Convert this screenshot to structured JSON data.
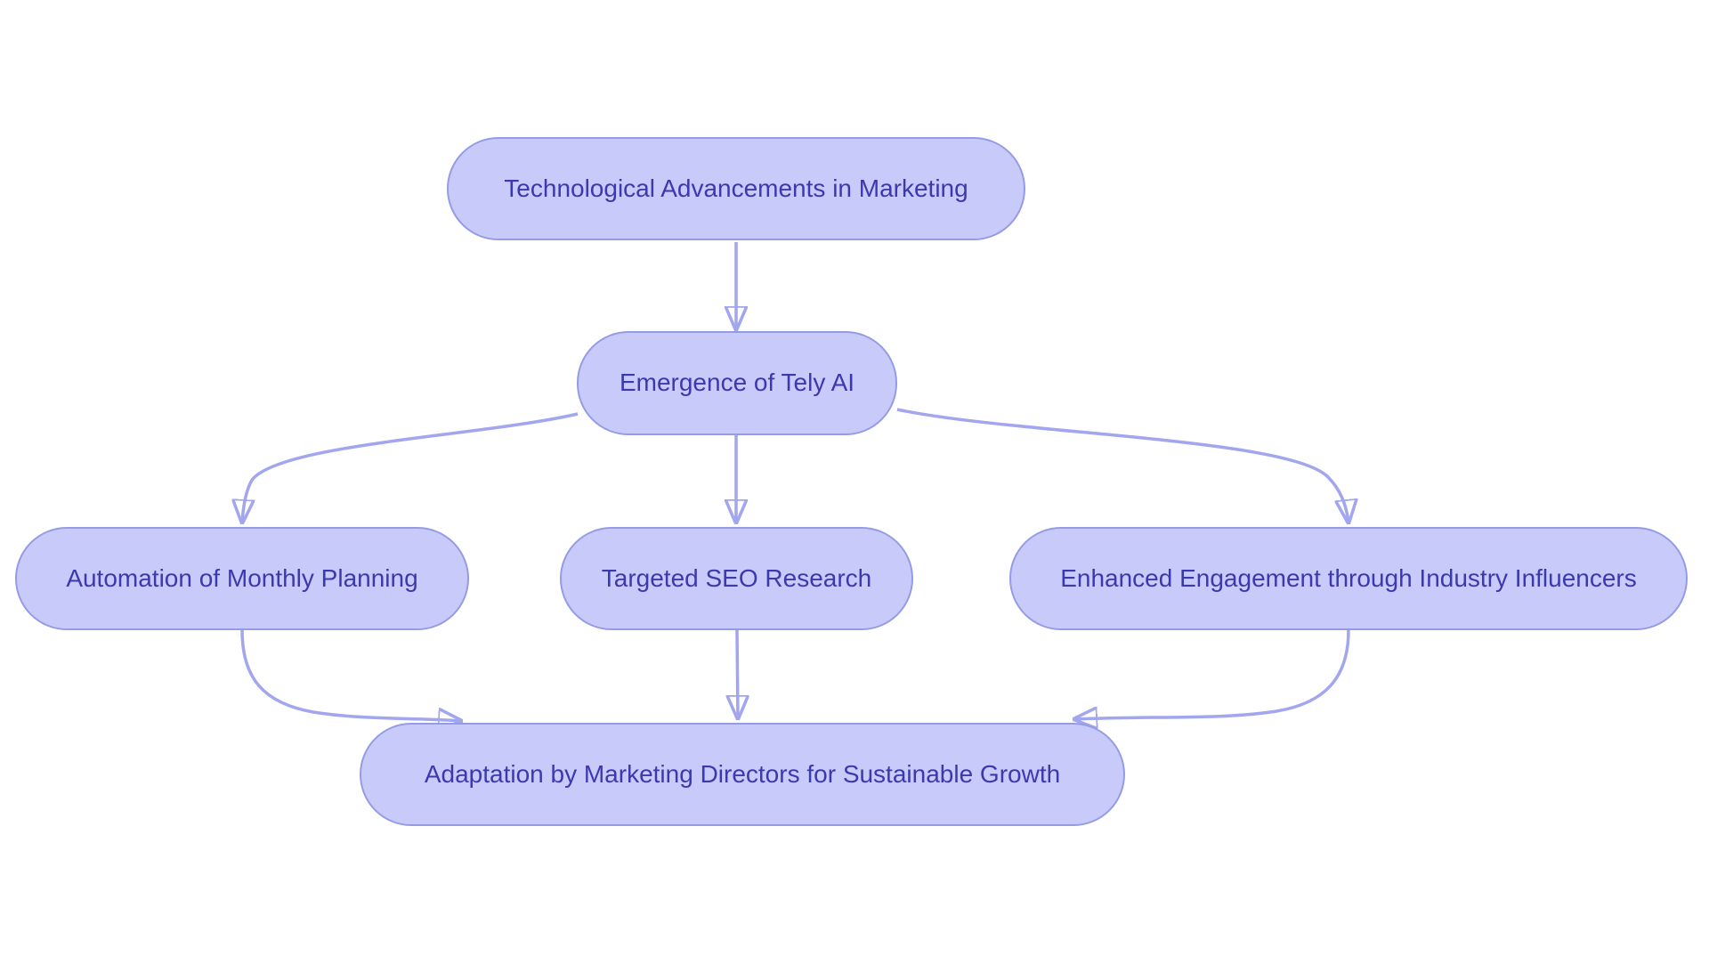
{
  "diagram": {
    "type": "flowchart",
    "direction": "top-down",
    "colors": {
      "node_fill": "#c8cbf9",
      "node_border": "#959be4",
      "edge": "#a1a6ee",
      "text": "#3c39b0",
      "background": "#ffffff"
    },
    "nodes": [
      {
        "id": "tech",
        "label": "Technological Advancements in Marketing"
      },
      {
        "id": "tely",
        "label": "Emergence of Tely AI"
      },
      {
        "id": "auto",
        "label": "Automation of Monthly Planning"
      },
      {
        "id": "seo",
        "label": "Targeted SEO Research"
      },
      {
        "id": "enh",
        "label": "Enhanced Engagement through Industry Influencers"
      },
      {
        "id": "adapt",
        "label": "Adaptation by Marketing Directors for Sustainable Growth"
      }
    ],
    "edges": [
      {
        "from": "tech",
        "to": "tely"
      },
      {
        "from": "tely",
        "to": "auto"
      },
      {
        "from": "tely",
        "to": "seo"
      },
      {
        "from": "tely",
        "to": "enh"
      },
      {
        "from": "auto",
        "to": "adapt"
      },
      {
        "from": "seo",
        "to": "adapt"
      },
      {
        "from": "enh",
        "to": "adapt"
      }
    ]
  }
}
